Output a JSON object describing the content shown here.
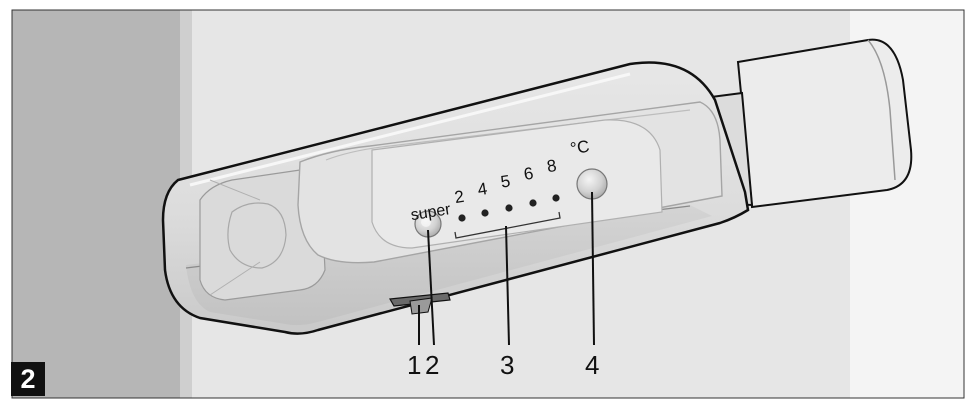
{
  "figure_number": "2",
  "panel": {
    "button_super_label": "super",
    "scale_labels": [
      "2",
      "4",
      "5",
      "6",
      "8"
    ],
    "button_temp_label": "°C"
  },
  "callouts": [
    "1",
    "2",
    "3",
    "4"
  ]
}
